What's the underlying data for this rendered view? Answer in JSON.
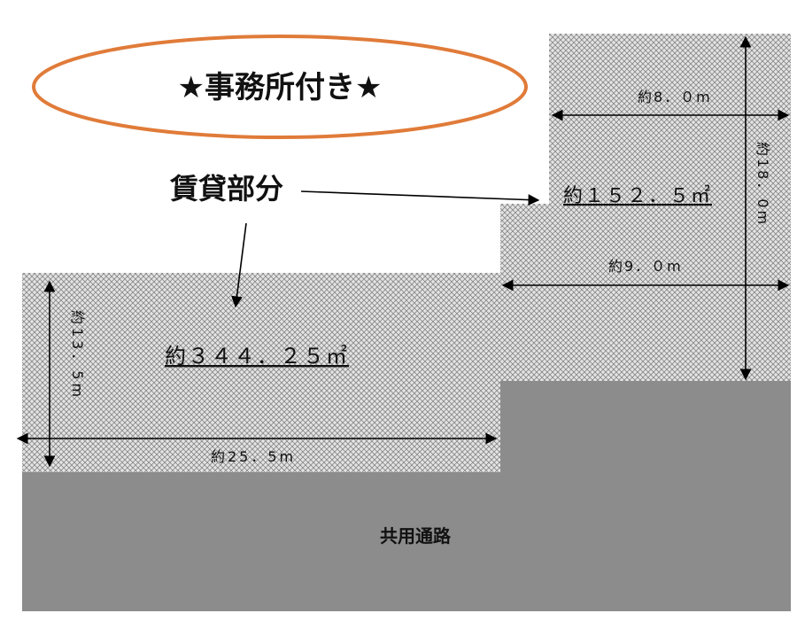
{
  "banner": {
    "text": "★事務所付き★",
    "outline_color": "#e07b39"
  },
  "rental_label": "賃貸部分",
  "areas": {
    "upper": "約１５２．５㎡",
    "lower": "約３４４．２５㎡"
  },
  "dimensions": {
    "upper_top_width": "約8．０m",
    "upper_mid_width": "約9．０m",
    "upper_height": "約18．0m",
    "lower_height": "約13．5m",
    "lower_width": "約25．5m"
  },
  "corridor_label": "共用通路",
  "colors": {
    "hatch_background": "#e4e4e4",
    "hatch_lines": "#8a8a8a",
    "corridor_fill": "#8c8c8c",
    "line_color": "#000000"
  }
}
